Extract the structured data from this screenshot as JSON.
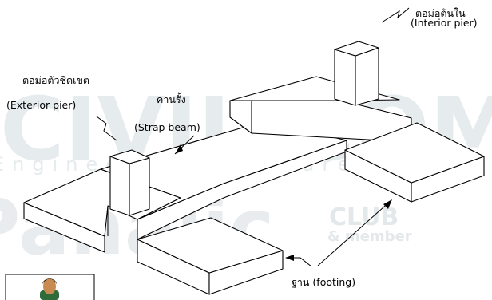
{
  "watermark": {
    "line1": "CIVIL-COM",
    "line2": "Engineering Software Center",
    "line3": "Panalic",
    "line4": "CLUB",
    "line5": "& member"
  },
  "labels": {
    "interior_pier_thai": "ตอม่อต้นใน",
    "interior_pier_en": "(Interior pier)",
    "exterior_pier_thai": "ตอม่อตัวชิดเขต",
    "exterior_pier_en": "(Exterior pier)",
    "strap_beam_thai": "คานรั้ง",
    "strap_beam_en": "(Strap beam)",
    "footing": "ฐาน (footing)"
  },
  "colors": {
    "line": "#000000",
    "face": "#ffffff",
    "watermark": "#e6ebee"
  }
}
